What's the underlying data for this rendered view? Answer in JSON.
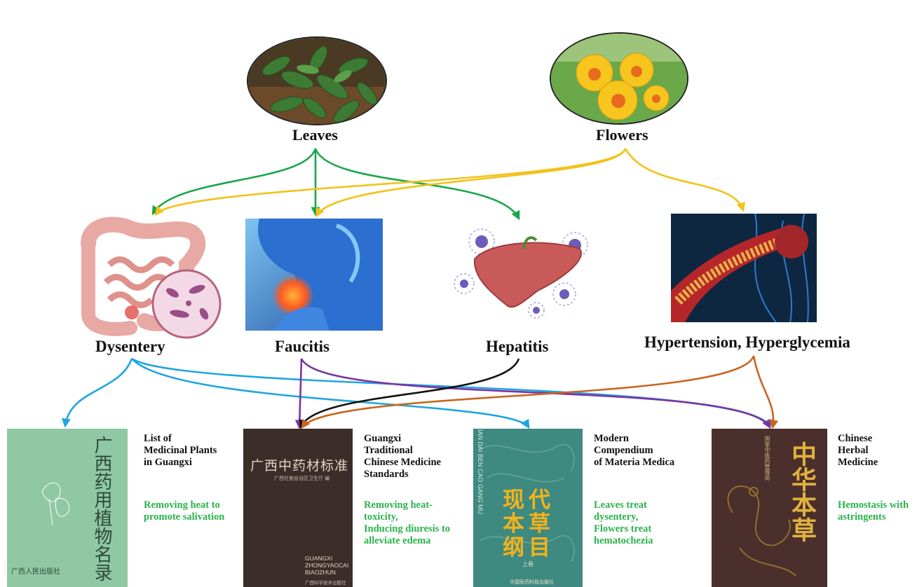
{
  "colors": {
    "leaves_arrows": "#1aa64a",
    "flowers_arrows": "#f3c21a",
    "dysentery_arrows": "#1ea6e0",
    "faucitis_arrows": "#7b35a3",
    "hepatitis_arrows": "#111111",
    "hypertension_arrows": "#c8661f",
    "effect_text": "#2bb24c"
  },
  "plant_parts": [
    {
      "label": "Leaves",
      "icon": "leaves-photo"
    },
    {
      "label": "Flowers",
      "icon": "flowers-photo"
    }
  ],
  "diseases": [
    {
      "label": "Dysentery",
      "icon": "intestine-illustration"
    },
    {
      "label": "Faucitis",
      "icon": "throat-illustration"
    },
    {
      "label": "Hepatitis",
      "icon": "liver-illustration"
    },
    {
      "label": "Hypertension, Hyperglycemia",
      "icon": "blood-vessel-illustration"
    }
  ],
  "books": [
    {
      "title": "List of\nMedicinal  Plants\nin Guangxi",
      "effect": "Removing heat to\npromote salivation",
      "cover_text_cn": "广西药用植物名录",
      "cover_bottom_cn": "广西人民出版社"
    },
    {
      "title": "Guangxi\nTraditional\nChinese Medicine\nStandards",
      "effect": "Removing heat-\ntoxicity,\nInducing diuresis to\nalleviate edema",
      "cover_text_cn": "广西中药材标准",
      "cover_sub_cn": "广西壮族自治区卫生厅  编",
      "cover_text_en": "GUANGXI\nZHONGYAOCAI\nBIAOZHUN",
      "cover_bottom_cn": "广西科学技术出版社"
    },
    {
      "title": "Modern\nCompendium\nof Materia Medica",
      "effect": "Leaves treat\ndysentery,\nFlowers treat\nhematochezia",
      "cover_text_cn": "现代本草纲目",
      "cover_text_en": "XIAN DAI BEN CAO GANG MU",
      "cover_sub_cn": "上卷",
      "cover_bottom_cn": "中国医药科技出版社"
    },
    {
      "title": "Chinese\nHerbal\nMedicine",
      "effect": "Hemostasis with\nastringents",
      "cover_text_cn": "中华本草",
      "cover_sub_cn": "国家中医药管理局"
    }
  ]
}
